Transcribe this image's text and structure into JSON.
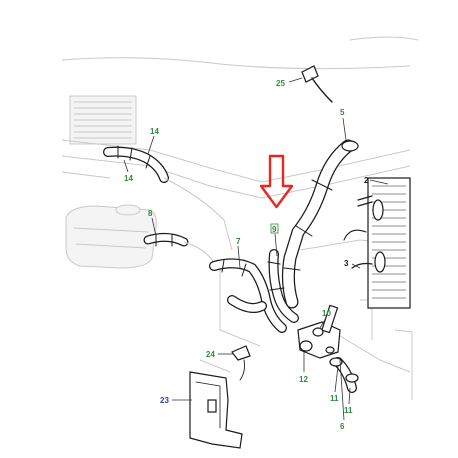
{
  "colors": {
    "label_green": "#2e8b3a",
    "label_blue": "#2c3e9e",
    "arrow_red": "#e8271f"
  },
  "callouts": {
    "c25": "25",
    "c5": "5",
    "c14_top": "14",
    "c14_bottom": "14",
    "c2": "2",
    "c8": "8",
    "c7": "7",
    "c9": "9",
    "c3": "3",
    "c10": "10",
    "c24": "24",
    "c12": "12",
    "c23": "23",
    "c11_a": "11",
    "c11_b": "11",
    "c6": "6"
  },
  "highlight": {
    "icon": "down-arrow-icon",
    "target_callout": "9"
  }
}
